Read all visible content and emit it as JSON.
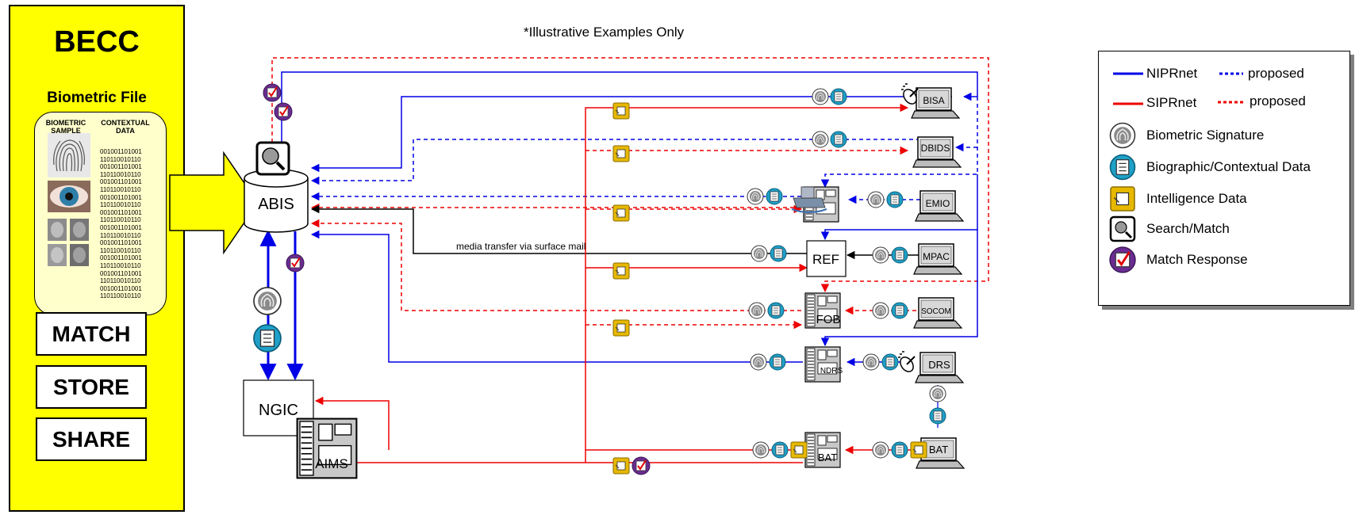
{
  "becc": {
    "title": "BECC",
    "file_title": "Biometric File",
    "col_sample": "BIOMETRIC\nSAMPLE",
    "col_contextual": "CONTEXTUAL\nDATA",
    "binary": "001001101001\n110110010110\n001001101001\n110110010110\n001001101001\n110110010110\n001001101001\n110110010110\n001001101001\n110110010110\n001001101001\n110110010110\n001001101001\n110110010110\n001001101001\n110110010110\n001001101001\n110110010110\n001001101001\n110110010110",
    "actions": [
      "MATCH",
      "STORE",
      "SHARE"
    ]
  },
  "note": "*Illustrative Examples Only",
  "nodes": {
    "abis": "ABIS",
    "ngic": "NGIC",
    "aims": "AIMS",
    "ref": "REF",
    "fob": "FOB",
    "ndrs": "NDRS",
    "bat_server": "BAT",
    "bisa": "BISA",
    "dbids": "DBIDS",
    "emio": "EMIO",
    "mpac": "MPAC",
    "socom": "SOCOM",
    "drs": "DRS",
    "bat_laptop": "BAT"
  },
  "media_transfer": "media transfer via surface mail",
  "legend": {
    "niprnet": "NIPRnet",
    "siprnet": "SIPRnet",
    "proposed": "proposed",
    "biometric": "Biometric Signature",
    "biographic": "Biographic/Contextual Data",
    "intelligence": "Intelligence Data",
    "search": "Search/Match",
    "match": "Match Response"
  },
  "colors": {
    "nipr": "#0000e6",
    "sipr": "#ee0000",
    "yellow": "#ffff00",
    "purple": "#6a2c91",
    "teal": "#1fa0c8",
    "gold": "#e6b800"
  }
}
